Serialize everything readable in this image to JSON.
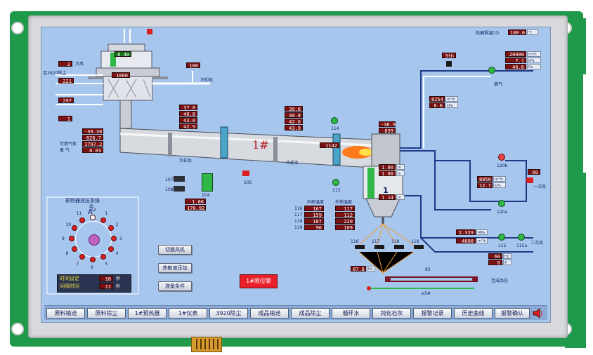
{
  "colors": {
    "pcb": "#1e9a4a",
    "screen_bg": "#a7c6ee",
    "value_box": "#7d1010",
    "accent_green": "#2fb845",
    "alarm_red": "#e8202a",
    "pipe": "#1f3a86"
  },
  "header": {
    "furnace_label": "热偏锅温CO",
    "furnace_value": "180.0",
    "furnace_unit": "℃"
  },
  "kiln": {
    "label": "1#",
    "tower_value": "8.40",
    "tower_mid": "1060",
    "left_values": [
      "-39.38",
      "826.7",
      "1797.2",
      "0.03"
    ],
    "left_labels": [
      "可燃气体",
      "氧 气"
    ],
    "upper_mid_values": [
      "37.8",
      "40.8",
      "43.0",
      "42.9"
    ],
    "upper_right_values": [
      "39.8",
      "40.8",
      "42.6",
      "43.9"
    ],
    "cooler_value": "1142",
    "burner_values": [
      "-36.9",
      "839"
    ],
    "pipe_label_left": "冷却水",
    "pipe_label_right": "冷却水",
    "cold_air_label": "冷却风",
    "secondary_labels": [
      "二次风",
      "一次风",
      "烟气"
    ]
  },
  "tower": {
    "top_values": [
      "2",
      "221",
      "297",
      "1"
    ],
    "top_labels": [
      "至3920除尘",
      "冷风"
    ],
    "right_value": "100"
  },
  "motor": {
    "labels": [
      "107",
      "108",
      "104",
      "105"
    ],
    "values": [
      "1.66",
      "170.92"
    ]
  },
  "cooler_section": {
    "label": "1",
    "values": [
      "1.80",
      "1.00",
      "1.14"
    ],
    "units": [
      "m",
      "m",
      "m"
    ],
    "inner_temp_label": "内侧温度",
    "outer_temp_label": "外侧温度",
    "row_ids": [
      "116",
      "117",
      "118",
      "119"
    ],
    "inner_values": [
      "167",
      "159",
      "187",
      "96"
    ],
    "outer_values": [
      "117",
      "112",
      "220",
      "109"
    ],
    "bottom_labels": [
      "116",
      "117",
      "118",
      "119"
    ],
    "valve_value": "87.8",
    "valve_unit": "Hz",
    "conveyor_label": "83",
    "conveyor_sub": "≡S#",
    "finished_label": "至成品仓"
  },
  "right_panel": {
    "fan_top_value": "3th",
    "fan_values": [
      "20000",
      "7.1",
      "46.6"
    ],
    "fan_units": [
      "m³/h",
      "kPa",
      "Hz"
    ],
    "mid_values": [
      "8254",
      "6.6"
    ],
    "mid_units": [
      "m³/h",
      "kPa"
    ],
    "pump_values": [
      "8050",
      "12.7"
    ],
    "pump_units": [
      "m³/h",
      "kPa"
    ],
    "pump_ids": [
      "120b",
      "120a"
    ],
    "right_value": "60",
    "bottom_values": [
      "2.329",
      "4600"
    ],
    "bottom_units": [
      "MPa",
      "m³/h"
    ],
    "bottom_ids": [
      "115",
      "115a"
    ],
    "small_values": [
      "60",
      "0"
    ],
    "small_units": [
      "Hz",
      "A"
    ]
  },
  "pressure_panel": {
    "title": "预热器液压系统",
    "center_label": "A",
    "top_label": "出",
    "numbers": [
      "12",
      "1",
      "2",
      "3",
      "4",
      "5",
      "6",
      "7",
      "8",
      "9",
      "10",
      "11"
    ],
    "time_set_label": "时间设定",
    "time_set_value": "18",
    "time_set_unit": "秒",
    "interval_label": "间隔时间",
    "interval_value": "11",
    "interval_unit": "秒"
  },
  "controls": {
    "btn_fan": "切换风机",
    "btn_hydraulic": "热敏液压站",
    "btn_prepare": "准备条件",
    "alarm": "1#限位警"
  },
  "nav": {
    "items": [
      "原料输送",
      "原料除尘",
      "1#预热器",
      "1#仪表",
      "3920除尘",
      "成品输送",
      "成品除尘",
      "循环水",
      "钝化石灰",
      "报警记录",
      "历史曲线",
      "报警确认"
    ]
  }
}
